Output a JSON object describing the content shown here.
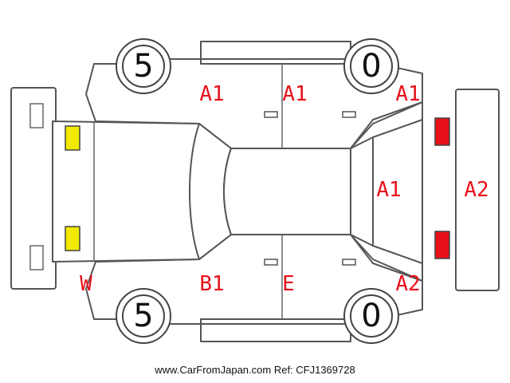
{
  "colors": {
    "damage_code": "#e8101a",
    "yellow_marker": "#f2ea00",
    "red_marker": "#e8101a",
    "outline": "#555555"
  },
  "tires": {
    "front_left": "5",
    "rear_left": "0",
    "front_right": "5",
    "rear_right": "0"
  },
  "codes": {
    "front_left_door": "A1",
    "rear_left_door": "A1",
    "left_quarter": "A1",
    "rear_glass": "A1",
    "rear_bumper": "A2",
    "front_bumper": "W",
    "front_right_door": "B1",
    "rear_right_door": "E",
    "right_quarter": "A2"
  },
  "markers": {
    "front": [
      "yellow-marker",
      "yellow-marker"
    ],
    "rear": [
      "red-marker",
      "red-marker"
    ]
  },
  "footer": "www.CarFromJapan.com Ref: CFJ1369728"
}
